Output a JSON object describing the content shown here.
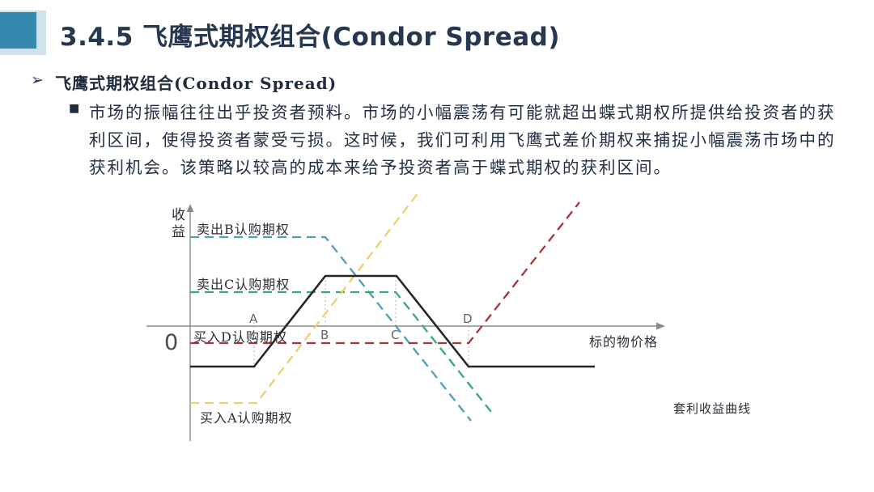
{
  "slide": {
    "title": "3.4.5 飞鹰式期权组合(Condor Spread)",
    "section": {
      "marker": "➢",
      "heading": "飞鹰式期权组合(Condor Spread)"
    },
    "paragraph_marker": "■",
    "paragraph": "市场的振幅往往出乎投资者预料。市场的小幅震荡有可能就超出蝶式期权所提供给投资者的获利区间，使得投资者蒙受亏损。这时候，我们可利用飞鹰式差价期权来捕捉小幅震荡市场中的获利机会。该策略以较高的成本来给予投资者高于蝶式期权的获利区间。"
  },
  "chart": {
    "y_axis_label": "收益",
    "x_axis_label": "标的物价格",
    "origin_label": "0",
    "strikes": {
      "a": "A",
      "b": "B",
      "c": "C",
      "d": "D"
    },
    "line_labels": {
      "sell_b_call": "卖出B认购期权",
      "sell_c_call": "卖出C认购期权",
      "buy_d_call": "买入D认购期权",
      "buy_a_call": "买入A认购期权",
      "combined_curve": "套利收益曲线"
    },
    "colors": {
      "sell_b_call": "#4f9db7",
      "sell_c_call": "#35a878",
      "buy_a_call": "#edd06a",
      "buy_d_call": "#a93238",
      "combined_curve": "#262626",
      "axis": "#8a8a8a",
      "guide": "#b3b3b3",
      "accent_square": "#3589ae",
      "accent_square_light": "#cfe2ec",
      "title_text": "#26384f"
    }
  },
  "chart_data": {
    "type": "line",
    "title": "飞鹰式期权组合到期收益图 (Condor Spread payoff)",
    "xlabel": "标的物价格",
    "ylabel": "收益",
    "x_strikes": {
      "A": 1,
      "B": 2,
      "C": 3,
      "D": 4
    },
    "axis": {
      "x_range": [
        0,
        6.6
      ],
      "y_range": [
        -2.6,
        2.7
      ],
      "numeric_ticks": false,
      "grid": false,
      "zero_label": "0"
    },
    "legend_position": "inline-labels",
    "series": [
      {
        "name": "卖出B认购期权",
        "role": "sell_call_strike_B",
        "style": "dashed",
        "color": "#4f9db7",
        "points": [
          [
            0,
            2.0
          ],
          [
            2,
            2.0
          ],
          [
            4.05,
            -2.1
          ]
        ]
      },
      {
        "name": "卖出C认购期权",
        "role": "sell_call_strike_C",
        "style": "dashed",
        "color": "#35a878",
        "points": [
          [
            0,
            0.75
          ],
          [
            3,
            0.75
          ],
          [
            4.33,
            -1.9
          ]
        ]
      },
      {
        "name": "买入A认购期权",
        "role": "buy_call_strike_A",
        "style": "dashed",
        "color": "#edd06a",
        "points": [
          [
            0,
            -1.7
          ],
          [
            1,
            -1.7
          ],
          [
            3.3,
            2.95
          ]
        ]
      },
      {
        "name": "买入D认购期权",
        "role": "buy_call_strike_D",
        "style": "dashed",
        "color": "#a93238",
        "points": [
          [
            0,
            -0.37
          ],
          [
            4,
            -0.37
          ],
          [
            5.55,
            2.75
          ]
        ]
      },
      {
        "name": "套利收益曲线",
        "role": "combined_condor_payoff",
        "style": "solid",
        "color": "#262626",
        "points": [
          [
            0,
            -0.9
          ],
          [
            1,
            -0.9
          ],
          [
            2,
            1.1
          ],
          [
            3,
            1.1
          ],
          [
            4,
            -0.9
          ],
          [
            5.7,
            -0.9
          ]
        ]
      }
    ]
  }
}
